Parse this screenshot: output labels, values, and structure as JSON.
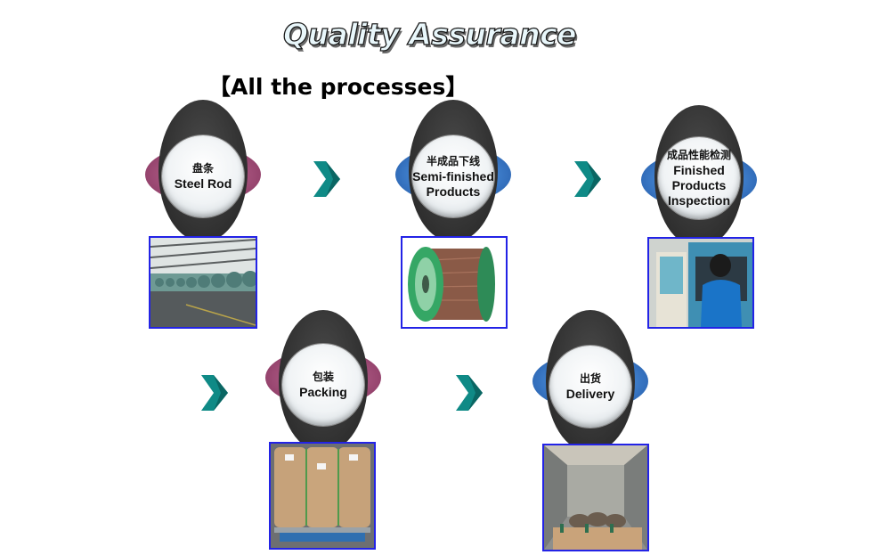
{
  "title": "Quality Assurance",
  "subtitle": "【All the processes】",
  "steps": [
    {
      "zh": "盘条",
      "en": [
        "Steel Rod"
      ],
      "wing": "pink",
      "photo": "steel-rod-coils-warehouse"
    },
    {
      "zh": "半成品下线",
      "en": [
        "Semi-finished",
        "Products"
      ],
      "wing": "blue",
      "photo": "copper-wire-spool"
    },
    {
      "zh": "成品性能检测",
      "en": [
        "Finished",
        "Products",
        "Inspection"
      ],
      "wing": "blue",
      "photo": "worker-at-testing-machine"
    },
    {
      "zh": "包装",
      "en": [
        "Packing"
      ],
      "wing": "pink",
      "photo": "packed-wire-drums-on-pallet"
    },
    {
      "zh": "出货",
      "en": [
        "Delivery"
      ],
      "wing": "blue",
      "photo": "loaded-shipping-container"
    }
  ],
  "arrow_icon": "chevron-right-icon",
  "colors": {
    "arrow": "#0f8a86",
    "wing_pink": "#a24f79",
    "wing_blue": "#3d7cc9",
    "photo_border": "#2323e6",
    "node_body": "#2f2f2f"
  }
}
